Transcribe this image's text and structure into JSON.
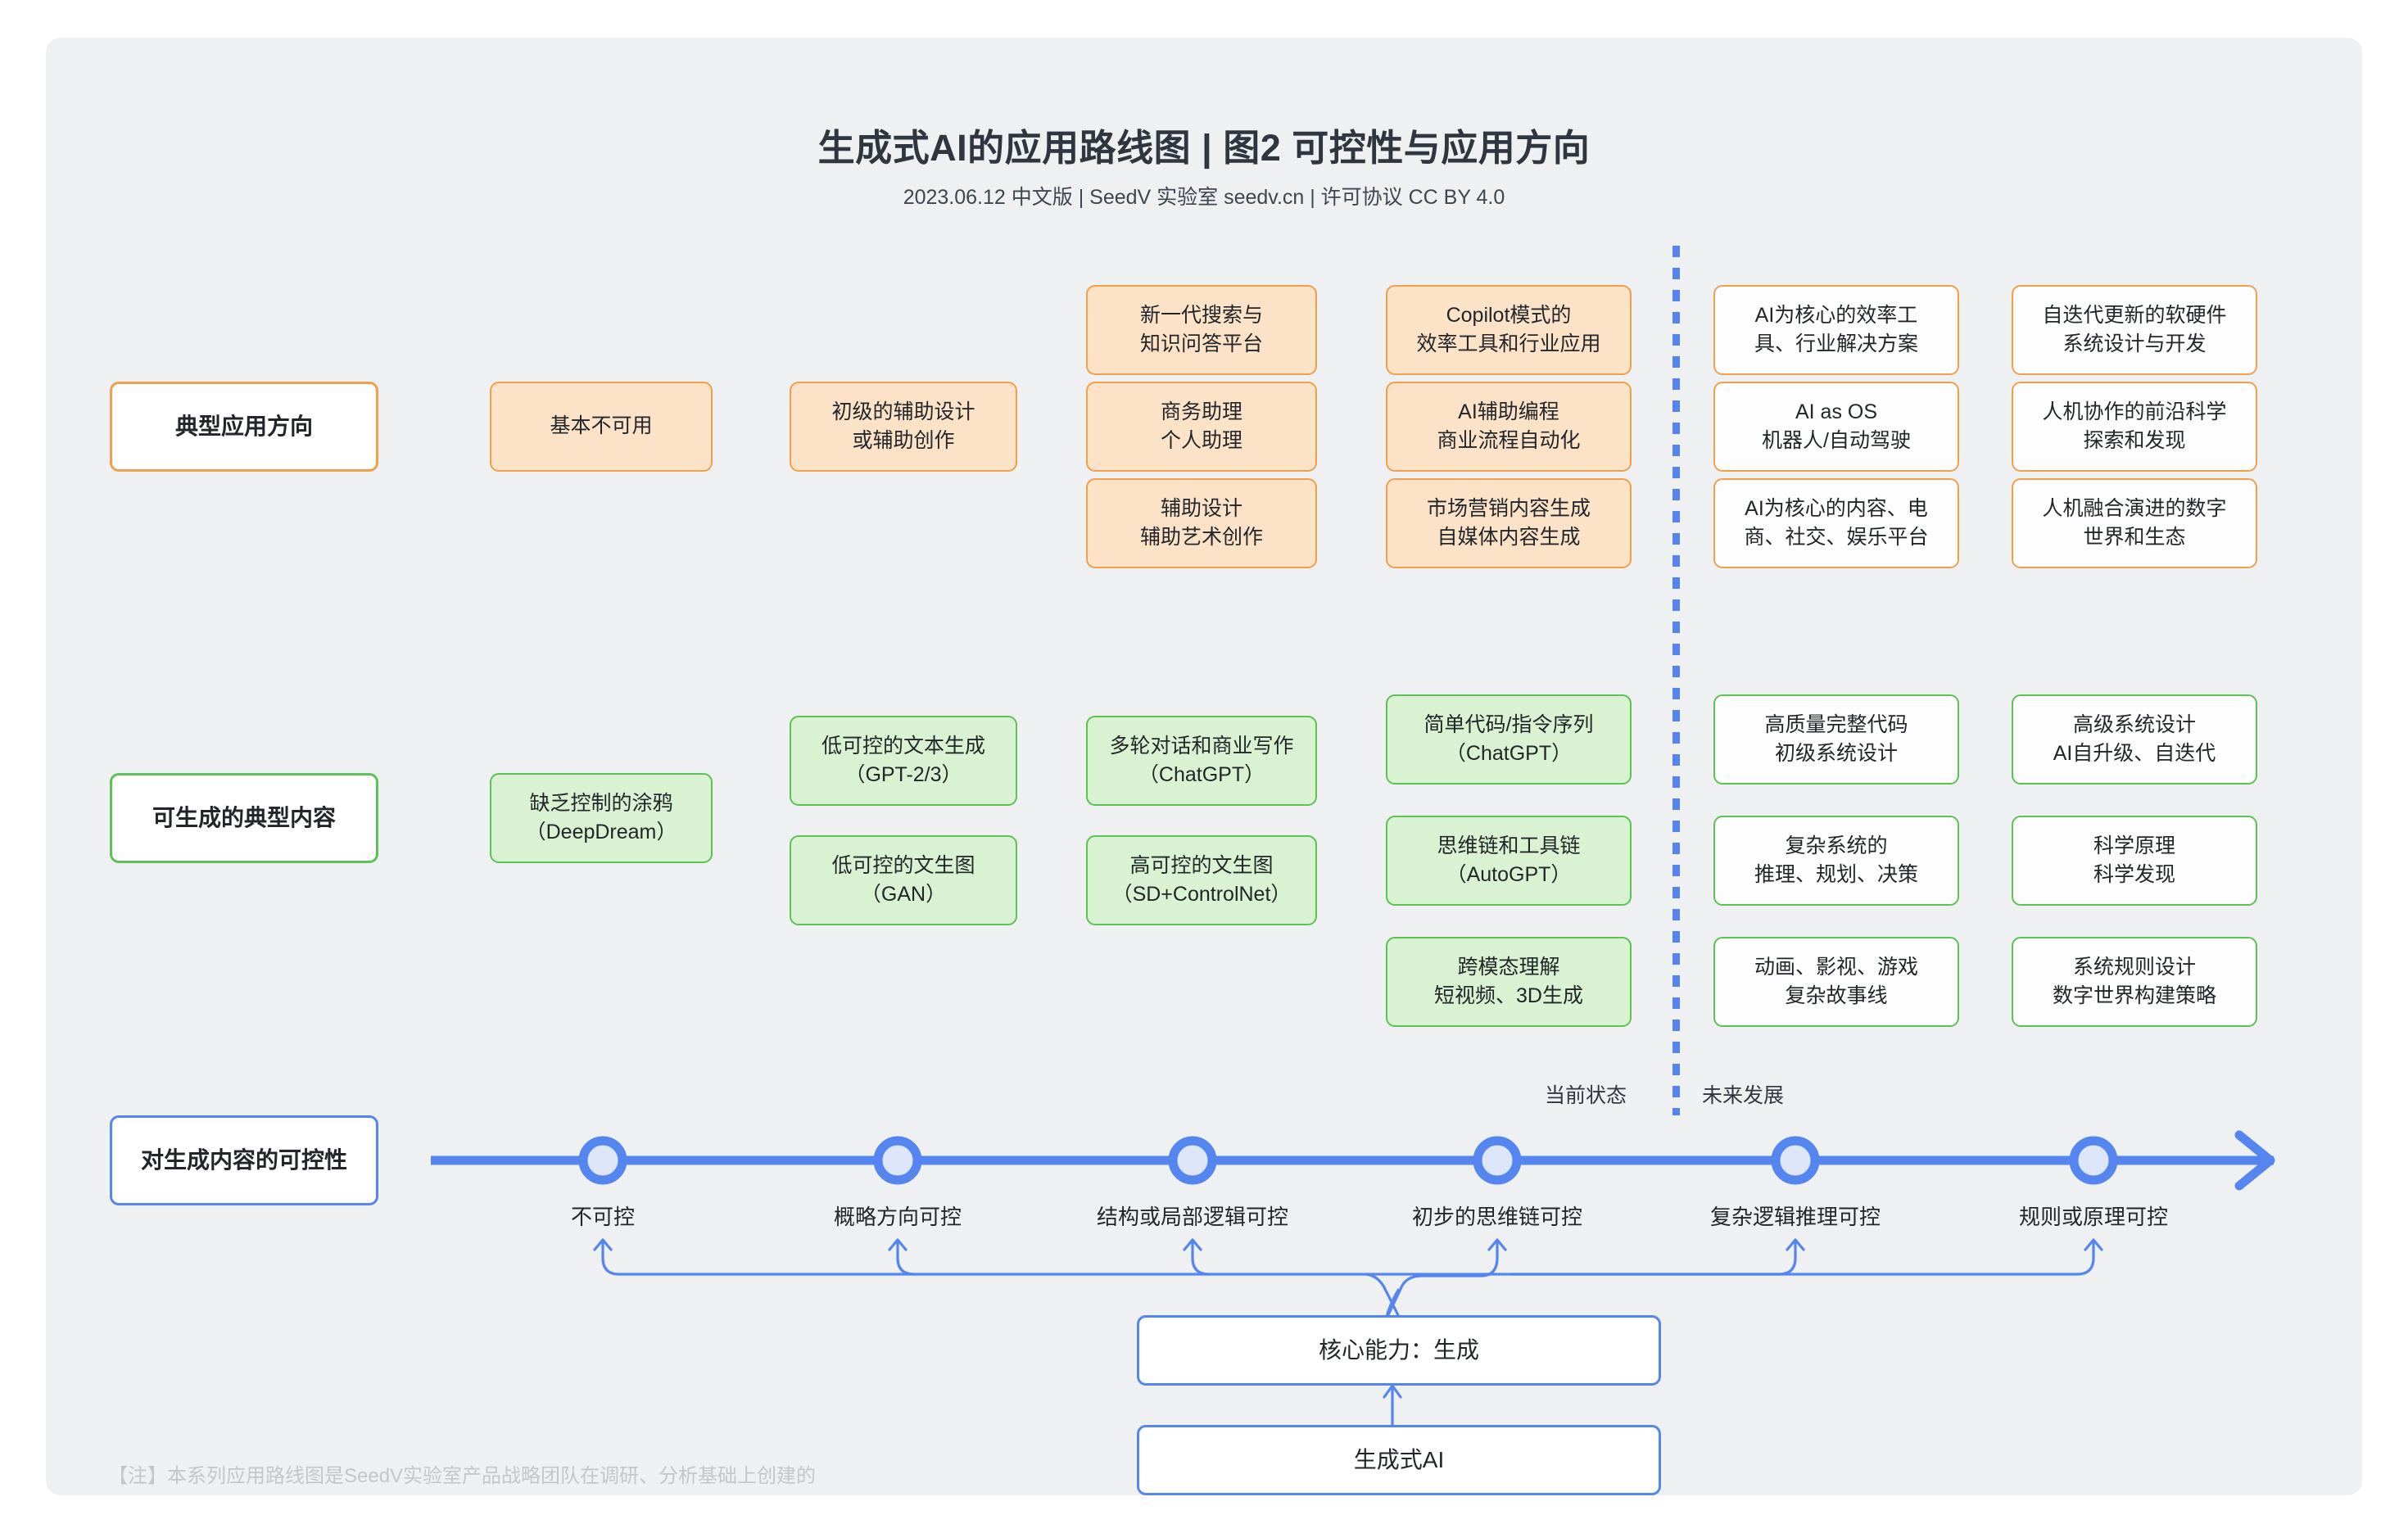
{
  "header": {
    "title": "生成式AI的应用路线图 | 图2 可控性与应用方向",
    "subtitle": "2023.06.12 中文版 | SeedV 实验室 seedv.cn | 许可协议 CC BY 4.0"
  },
  "colors": {
    "background": "#eef0f2",
    "orange_border": "#f0a04b",
    "orange_fill": "#fce3c7",
    "green_border": "#5cc254",
    "green_fill": "#d9f2d2",
    "blue": "#5586f0",
    "node_fill": "#dee6fb",
    "text": "#22262b"
  },
  "phase_labels": {
    "current": "当前状态",
    "future": "未来发展"
  },
  "rows": [
    {
      "label": "典型应用方向",
      "columns": [
        {
          "cells": [
            "基本不可用"
          ]
        },
        {
          "cells": [
            "初级的辅助设计\n或辅助创作"
          ]
        },
        {
          "cells": [
            "新一代搜索与\n知识问答平台",
            "商务助理\n个人助理",
            "辅助设计\n辅助艺术创作"
          ]
        },
        {
          "cells": [
            "Copilot模式的\n效率工具和行业应用",
            "AI辅助编程\n商业流程自动化",
            "市场营销内容生成\n自媒体内容生成"
          ]
        },
        {
          "cells": [
            "AI为核心的效率工\n具、行业解决方案",
            "AI as OS\n机器人/自动驾驶",
            "AI为核心的内容、电\n商、社交、娱乐平台"
          ]
        },
        {
          "cells": [
            "自迭代更新的软硬件\n系统设计与开发",
            "人机协作的前沿科学\n探索和发现",
            "人机融合演进的数字\n世界和生态"
          ]
        }
      ]
    },
    {
      "label": "可生成的典型内容",
      "columns": [
        {
          "cells": [
            "缺乏控制的涂鸦\n（DeepDream）"
          ]
        },
        {
          "cells": [
            "低可控的文本生成\n（GPT-2/3）",
            "低可控的文生图\n（GAN）"
          ]
        },
        {
          "cells": [
            "多轮对话和商业写作\n（ChatGPT）",
            "高可控的文生图\n（SD+ControlNet）"
          ]
        },
        {
          "cells": [
            "简单代码/指令序列\n（ChatGPT）",
            "思维链和工具链\n（AutoGPT）",
            "跨模态理解\n短视频、3D生成"
          ]
        },
        {
          "cells": [
            "高质量完整代码\n初级系统设计",
            "复杂系统的\n推理、规划、决策",
            "动画、影视、游戏\n复杂故事线"
          ]
        },
        {
          "cells": [
            "高级系统设计\nAI自升级、自迭代",
            "科学原理\n科学发现",
            "系统规则设计\n数字世界构建策略"
          ]
        }
      ]
    }
  ],
  "timeline": {
    "label": "对生成内容的可控性",
    "nodes": [
      "不可控",
      "概略方向可控",
      "结构或局部逻辑可控",
      "初步的思维链可控",
      "复杂逻辑推理可控",
      "规则或原理可控"
    ]
  },
  "bottom": {
    "core": "核心能力：生成",
    "base": "生成式AI"
  },
  "footnote": "【注】本系列应用路线图是SeedV实验室产品战略团队在调研、分析基础上创建的"
}
